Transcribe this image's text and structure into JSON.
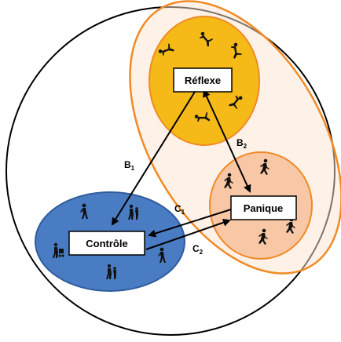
{
  "nodes": {
    "reflexe": "Réflexe",
    "panique": "Panique",
    "controle": "Contrôle"
  },
  "arrows": {
    "b1": {
      "letter": "B",
      "sub": "1"
    },
    "b2": {
      "letter": "B",
      "sub": "2"
    },
    "c1": {
      "letter": "C",
      "sub": "1"
    },
    "c2": {
      "letter": "C",
      "sub": "2"
    }
  },
  "colors": {
    "outer_circle_stroke": "#000000",
    "ellipse_orange_outline": "#f08a24",
    "ellipse_orange_fill": "#fce3d2",
    "reflexe_fill": "#f5ba18",
    "reflexe_stroke": "#f08a24",
    "panique_fill": "#f8c7a5",
    "panique_stroke": "#f08a24",
    "controle_fill": "#4a7cc3",
    "controle_stroke": "#2f5c9c"
  },
  "icons": {
    "reflexe_group": "falling-person-icon",
    "panique_group": "running-person-icon",
    "controle_group": "walking-person-icon"
  }
}
